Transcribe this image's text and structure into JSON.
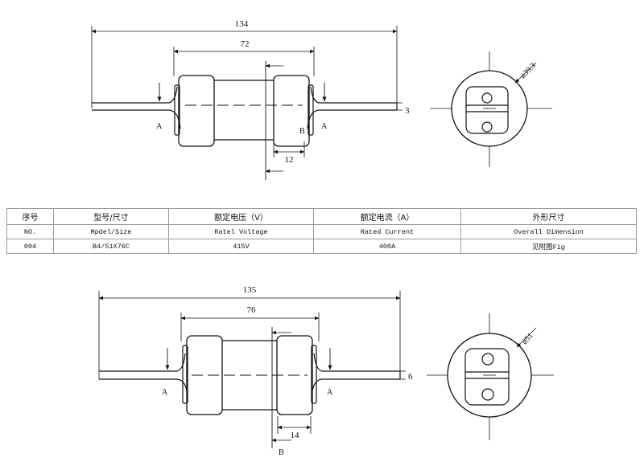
{
  "drawing_top": {
    "overall": "134",
    "body": "72",
    "inner": "12",
    "thickness": "3",
    "diameter": "ø39.3",
    "label_a": "A",
    "label_b": "B"
  },
  "table": {
    "headers_cn": [
      "序号",
      "型号/尺寸",
      "额定电压（V）",
      "额定电流（A）",
      "外形尺寸"
    ],
    "headers_en": [
      "NO.",
      "Mpdel/Size",
      "Ratel Voltage",
      "Rated Current",
      "Overall Dimension"
    ],
    "row": [
      "004",
      "B4/51X76C",
      "415V",
      "400A",
      "见附图Fig"
    ]
  },
  "drawing_bottom": {
    "overall": "135",
    "body": "76",
    "inner": "14",
    "thickness": "6",
    "diameter": "ø51",
    "label_a": "A",
    "label_b": "B"
  }
}
